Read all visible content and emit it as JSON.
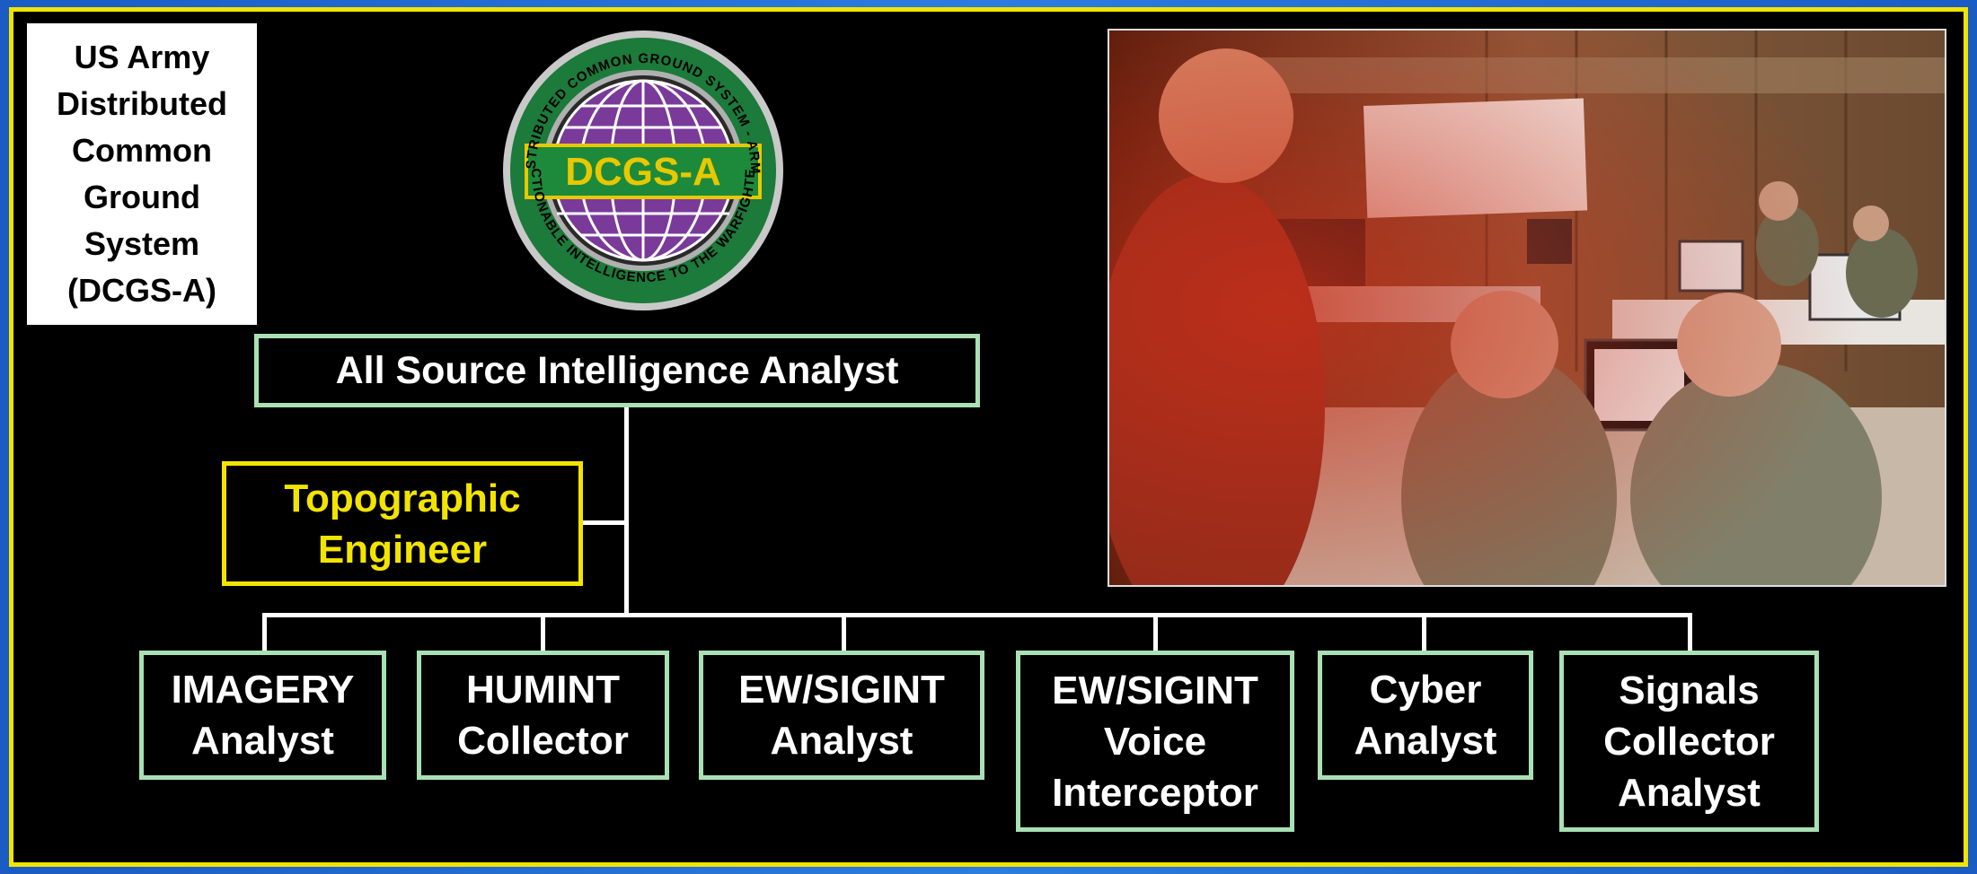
{
  "title_box": [
    "US Army",
    "Distributed",
    "Common",
    "Ground",
    "System",
    "(DCGS-A)"
  ],
  "logo": {
    "emblem_text": "DCGS-A",
    "ring_top": "DISTRIBUTED COMMON GROUND SYSTEM - ARMY",
    "ring_bottom": "ACTIONABLE INTELLIGENCE TO THE WARFIGHTER"
  },
  "top_node": "All Source Intelligence Analyst",
  "side_node": [
    "Topographic",
    "Engineer"
  ],
  "leaves": [
    {
      "lines": [
        "IMAGERY",
        "Analyst"
      ]
    },
    {
      "lines": [
        "HUMINT",
        "Collector"
      ]
    },
    {
      "lines": [
        "EW/SIGINT",
        "Analyst"
      ]
    },
    {
      "lines": [
        "EW/SIGINT",
        "Voice",
        "Interceptor"
      ]
    },
    {
      "lines": [
        "Cyber",
        "Analyst"
      ]
    },
    {
      "lines": [
        "Signals",
        "Collector",
        "Analyst"
      ]
    }
  ],
  "colors": {
    "frame": "#f2e400",
    "node_border": "#a9e0b4",
    "highlight": "#f2e400"
  }
}
